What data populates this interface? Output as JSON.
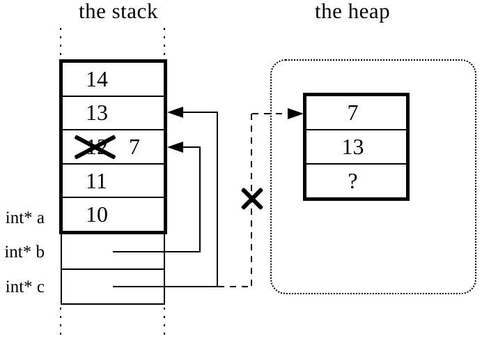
{
  "titles": {
    "stack": "the stack",
    "heap": "the heap"
  },
  "stack": {
    "cells": [
      {
        "value": "14"
      },
      {
        "value": "13"
      },
      {
        "value": "12",
        "crossed_out": true,
        "new_value": "7"
      },
      {
        "value": "11"
      },
      {
        "value": "10"
      }
    ],
    "pointer_labels": [
      {
        "text": "int* a"
      },
      {
        "text": "int* b"
      },
      {
        "text": "int* c"
      }
    ]
  },
  "heap": {
    "cells": [
      {
        "value": "7"
      },
      {
        "value": "13"
      },
      {
        "value": "?"
      }
    ]
  },
  "colors": {
    "line": "#000000",
    "background": "#ffffff"
  }
}
